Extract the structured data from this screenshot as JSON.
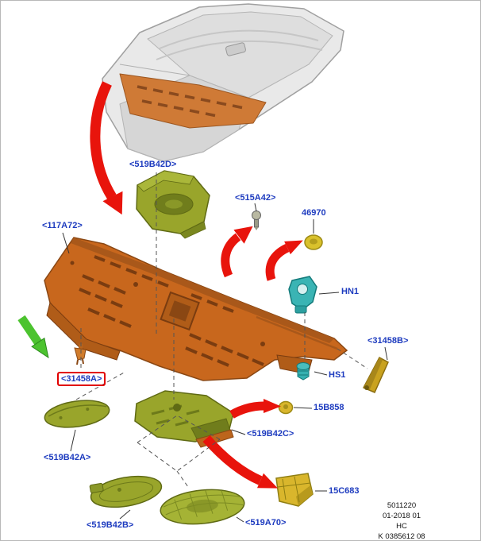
{
  "labels": {
    "519B42D": "<519B42D>",
    "515A42": "<515A42>",
    "46970": "46970",
    "117A72": "<117A72>",
    "HN1": "HN1",
    "31458B": "<31458B>",
    "HS1": "HS1",
    "31458A": "<31458A>",
    "15B858": "15B858",
    "519B42C": "<519B42C>",
    "519B42A": "<519B42A>",
    "15C683": "15C683",
    "519B42B": "<519B42B>",
    "519A70": "<519A70>"
  },
  "footer": {
    "doc_number": "5011220",
    "date": "01-2018 01",
    "code": "HC",
    "ref": "K 0385612 08"
  },
  "colors": {
    "label_text": "#1d3bbf",
    "highlight_box": "#e10000",
    "arrow_red": "#e8140c",
    "arrow_green": "#4cc32f",
    "part_orange": "#c8671d",
    "part_olive": "#99a52b",
    "part_teal": "#3ab4b4",
    "part_yellow": "#d9c12c",
    "body_gray": "#e9e9e9"
  }
}
